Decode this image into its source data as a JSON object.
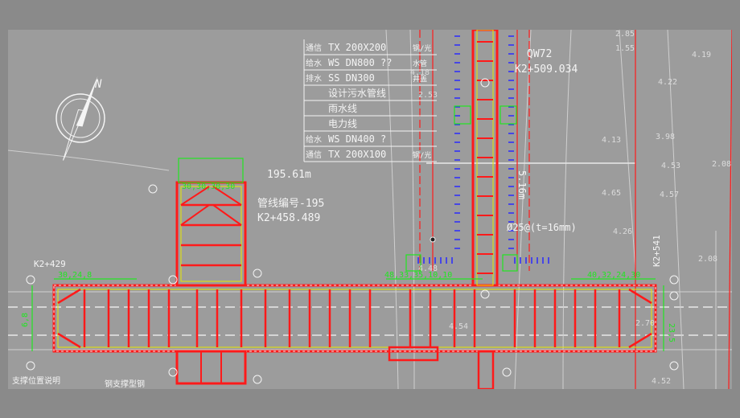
{
  "north_label": "N",
  "legend": [
    {
      "prefix": "通信",
      "text": "TX 200X200",
      "suffix": "钢/光"
    },
    {
      "prefix": "给水",
      "text": "WS DN800 ??",
      "suffix": "水管"
    },
    {
      "prefix": "排水",
      "text": "SS DN300",
      "suffix": "井盖"
    },
    {
      "prefix": "",
      "text": "设计污水管线",
      "suffix": ""
    },
    {
      "prefix": "",
      "text": "雨水线",
      "suffix": ""
    },
    {
      "prefix": "",
      "text": "电力线",
      "suffix": ""
    },
    {
      "prefix": "给水",
      "text": "WS DN400 ?",
      "suffix": ""
    },
    {
      "prefix": "通信",
      "text": "TX 200X100",
      "suffix": "钢/光"
    }
  ],
  "labels": {
    "qw72": "QW72",
    "k2_509": "K2+509.034",
    "len_195": "195.61m",
    "label_195": "管线编号-195",
    "k2_458": "K2+458.489",
    "spec": "Ø25@(t=16mm)",
    "k2_429": "K2+429",
    "k2_541": "K2+541",
    "dims_left": "30,24,8",
    "dims_mid": "30,30,30,30",
    "dims_center": "48,33,35,10,10",
    "dims_right": "40,32,24,30",
    "dim_vert_right": "23,5",
    "dim_vert_left": "6,8",
    "width_label": "5.16m",
    "note_left_bottom": "支撑位置说明",
    "note_mid_bottom": "钢支撑型钢"
  },
  "elevations": [
    "2.85",
    "4.19",
    "1.55",
    "4.22",
    "3.98",
    "4.13",
    "4.53",
    "2.08",
    "4.57",
    "4.65",
    "2.08",
    "4.26",
    "2.53",
    "4.18",
    "4.48",
    "4.54",
    "2.70",
    "4.52"
  ],
  "colors": {
    "background": "#9c9c9c",
    "wall_red": "#ff1a1a",
    "dim_green": "#22e622",
    "text_white": "#f4f4f4",
    "marker_blue": "#2a2aff",
    "rebar_yellow": "#e8e800"
  }
}
